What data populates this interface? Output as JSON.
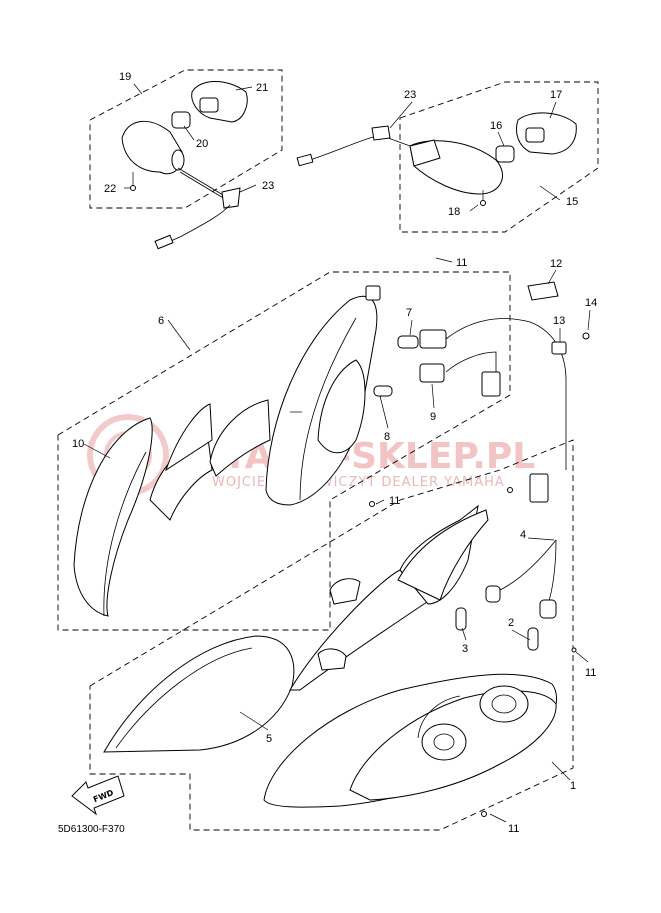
{
  "diagram_code": "5D61300-F370",
  "watermark": {
    "main": "YAMA-SKLEP.PL",
    "sub": "WOJCIECH STRWICZYT DEALER YAMAHA"
  },
  "fwd_label": "FWD",
  "callouts": {
    "c1": "1",
    "c2": "2",
    "c3": "3",
    "c4": "4",
    "c5": "5",
    "c6": "6",
    "c7": "7",
    "c8": "8",
    "c9": "9",
    "c10": "10",
    "c11a": "11",
    "c11b": "11",
    "c11c": "11",
    "c11d": "11",
    "c12": "12",
    "c13": "13",
    "c14": "14",
    "c15": "15",
    "c16": "16",
    "c17": "17",
    "c18": "18",
    "c19": "19",
    "c20": "20",
    "c21": "21",
    "c22": "22",
    "c23a": "23",
    "c23b": "23"
  }
}
